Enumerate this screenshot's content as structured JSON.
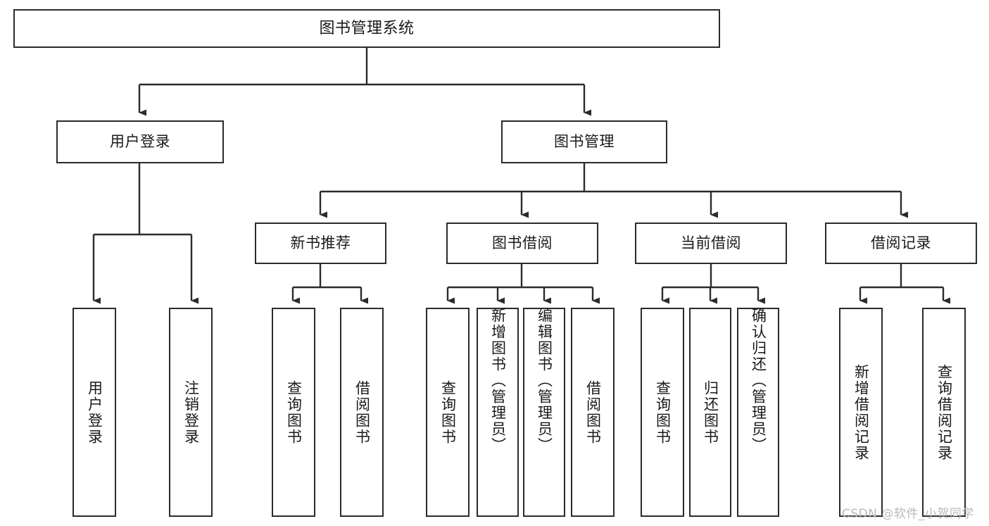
{
  "diagram": {
    "title": "图书管理系统",
    "type": "hierarchy-tree",
    "background": "#ffffff",
    "line_color": "#2b2b2b",
    "box_fill": "#ffffff",
    "text_color": "#1a1a1a"
  },
  "nodes": {
    "root": {
      "label": "图书管理系统"
    },
    "level2": [
      {
        "id": "user-login",
        "label": "用户登录"
      },
      {
        "id": "book-manage",
        "label": "图书管理"
      }
    ],
    "level3": [
      {
        "id": "new-book-recommend",
        "label": "新书推荐"
      },
      {
        "id": "book-borrow",
        "label": "图书借阅"
      },
      {
        "id": "current-borrow",
        "label": "当前借阅"
      },
      {
        "id": "borrow-record",
        "label": "借阅记录"
      }
    ],
    "leaves": {
      "user_login": [
        {
          "id": "leaf-user-login",
          "label": "用户登录"
        },
        {
          "id": "leaf-user-logout",
          "label": "注销登录"
        }
      ],
      "new_book_recommend": [
        {
          "id": "leaf-query-book-1",
          "label": "查询图书"
        },
        {
          "id": "leaf-borrow-book-1",
          "label": "借阅图书"
        }
      ],
      "book_borrow": [
        {
          "id": "leaf-query-book-2",
          "label": "查询图书"
        },
        {
          "id": "leaf-add-book",
          "label": "新增图书（管理员）"
        },
        {
          "id": "leaf-edit-book",
          "label": "编辑图书（管理员）"
        },
        {
          "id": "leaf-borrow-book-2",
          "label": "借阅图书"
        }
      ],
      "current_borrow": [
        {
          "id": "leaf-query-book-3",
          "label": "查询图书"
        },
        {
          "id": "leaf-return-book",
          "label": "归还图书"
        },
        {
          "id": "leaf-confirm-return",
          "label": "确认归还（管理员）"
        }
      ],
      "borrow_record": [
        {
          "id": "leaf-add-record",
          "label": "新增借阅记录"
        },
        {
          "id": "leaf-query-record",
          "label": "查询借阅记录"
        }
      ]
    }
  },
  "watermark": {
    "text": "CSDN @软件_小贺同学"
  }
}
